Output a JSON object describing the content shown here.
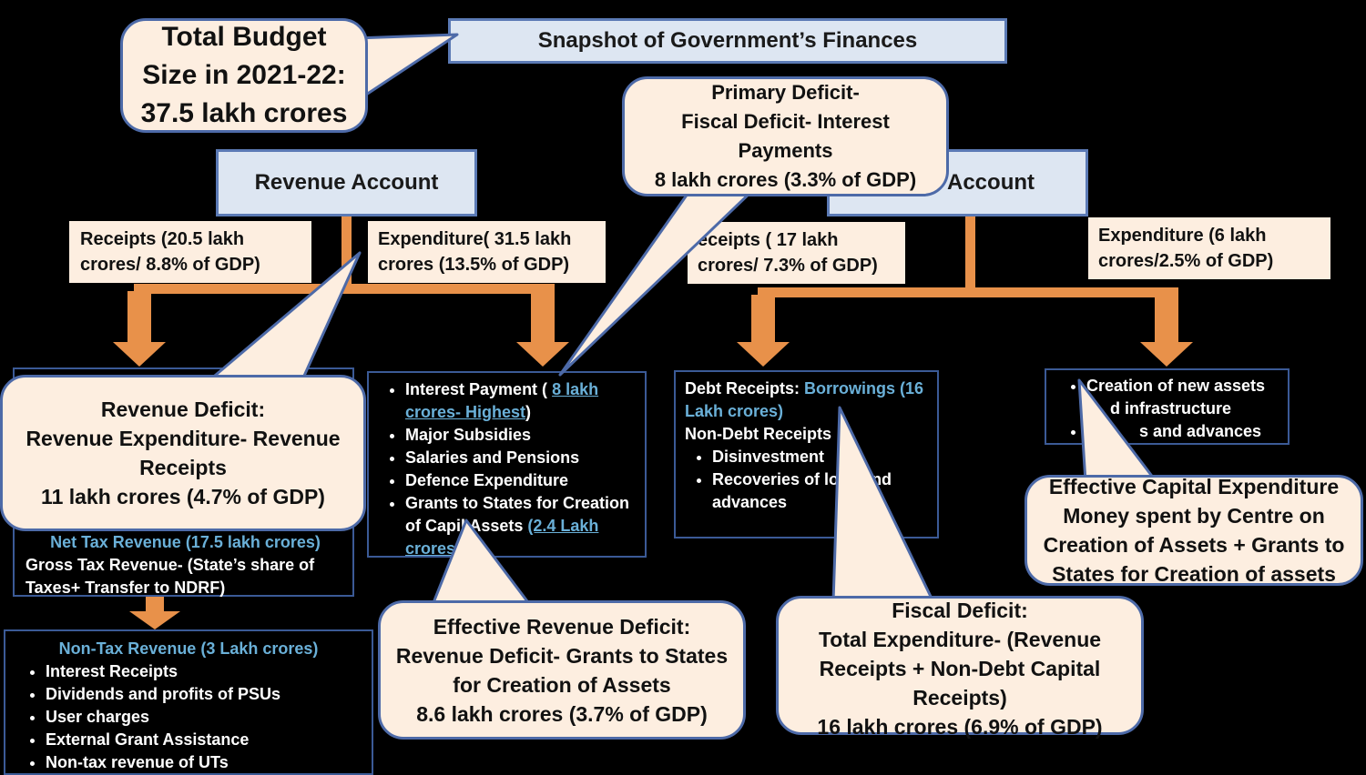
{
  "title": "Snapshot of Government’s Finances",
  "total_budget": {
    "line1": "Total Budget",
    "line2": "Size in 2021-22:",
    "line3": "37.5 lakh crores"
  },
  "revenue_account": {
    "label": "Revenue Account",
    "receipts": [
      "Receipts (20.5 lakh",
      "crores/ 8.8% of GDP)"
    ],
    "expenditure": [
      "Expenditure( 31.5 lakh",
      "crores (13.5% of GDP)"
    ]
  },
  "capital_account": {
    "label": "Account",
    "receipts": [
      "eceipts ( 17 lakh",
      "crores/ 7.3% of GDP)"
    ],
    "expenditure": [
      "Expenditure (6 lakh",
      "crores/2.5% of GDP)"
    ]
  },
  "primary_deficit": {
    "lines": [
      "Primary Deficit-",
      "Fiscal Deficit- Interest",
      "Payments",
      "8 lakh crores (3.3% of GDP)"
    ]
  },
  "revenue_deficit": {
    "lines": [
      "Revenue Deficit:",
      "Revenue Expenditure- Revenue",
      "Receipts",
      "11 lakh crores (4.7% of GDP)"
    ]
  },
  "tax_revenue": {
    "net": "Net Tax Revenue (17.5 lakh crores)",
    "gross1": "Gross Tax Revenue- (State’s share of",
    "gross2": "Taxes+ Transfer to NDRF)"
  },
  "non_tax_revenue": {
    "heading": "Non-Tax Revenue (3 Lakh crores)",
    "items": [
      "Interest Receipts",
      "Dividends and profits of PSUs",
      "User charges",
      "External Grant Assistance",
      "Non-tax revenue of UTs"
    ]
  },
  "revenue_expenditure": {
    "item1_text": "Interest Payment ( ",
    "item1_link1": "8 lakh",
    "item1_link2": "crores- Highest",
    "item1_close": ")",
    "items": [
      "Major Subsidies",
      "Salaries and Pensions",
      "Defence Expenditure"
    ],
    "grants1": "Grants to States for Creation",
    "grants2a": "of Capi",
    "grants2b": "l Assets ",
    "grants_link": "(2.4 Lakh",
    "grants_link2": "crores"
  },
  "capital_receipts": {
    "debt_label": "Debt Receipts: ",
    "debt_value1": "Borrowings (16",
    "debt_value2": "Lakh crores)",
    "non_debt": "Non-Debt Receipts",
    "item1": "Disinvestment",
    "item2a": "Recoveries of lo",
    "item2b": "nd",
    "item2c": "advances"
  },
  "capital_expenditure": {
    "item1a": "Creation of new assets",
    "item1b": "d infrastructure",
    "item2": "s and advances"
  },
  "effective_revenue_deficit": {
    "lines": [
      "Effective Revenue Deficit:",
      "Revenue Deficit- Grants to States",
      "for Creation of Assets",
      "8.6 lakh crores (3.7% of GDP)"
    ]
  },
  "fiscal_deficit": {
    "lines": [
      "Fiscal Deficit:",
      "Total Expenditure- (Revenue",
      "Receipts + Non-Debt Capital",
      "Receipts)",
      "16 lakh crores (6.9% of GDP)"
    ]
  },
  "effective_capex": {
    "lines": [
      "Effective Capital Expenditure",
      "Money spent by Centre on",
      "Creation of Assets + Grants to",
      "States for Creation of assets"
    ]
  },
  "colors": {
    "connector": "#e8914a",
    "callout_fill": "#fdeee0",
    "border": "#4d6aa8",
    "highlight": "#6ab0d8"
  }
}
